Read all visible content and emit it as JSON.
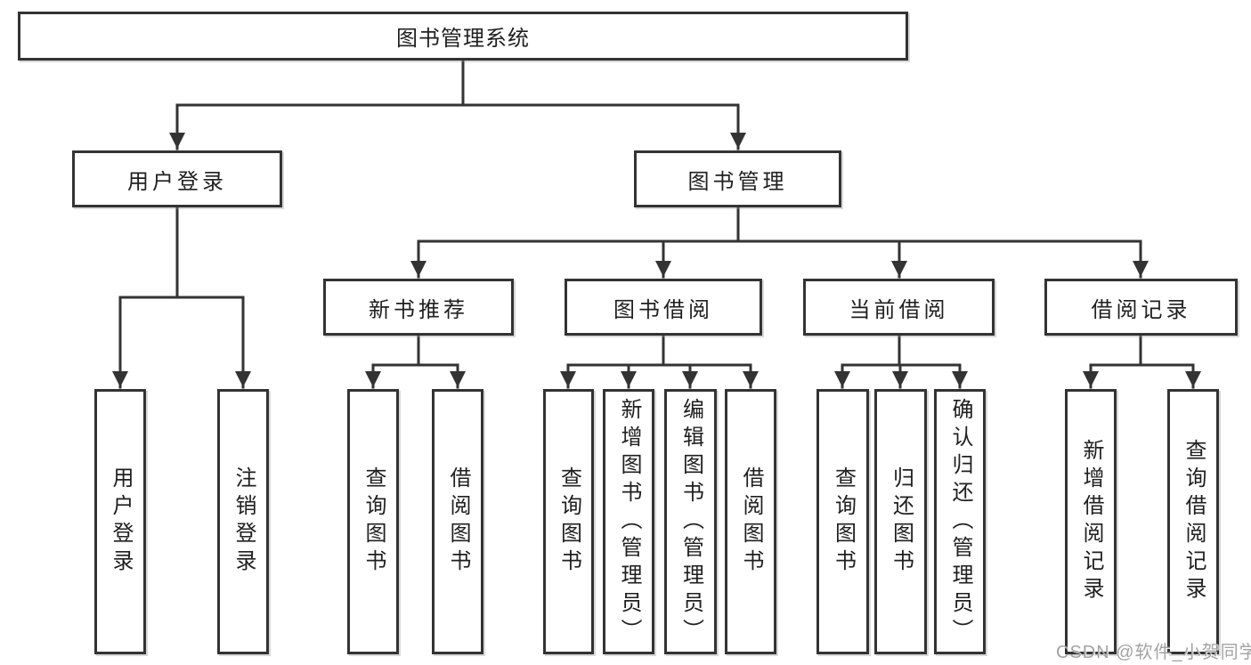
{
  "diagram_title": "图书管理系统",
  "watermark": "CSDN @软件_小贺同学",
  "colors": {
    "line": "#333333",
    "box_border": "#333333",
    "text": "#1f1f1f",
    "background": "#ffffff",
    "watermark": "#a3a3a3"
  },
  "tree": {
    "label": "图书管理系统",
    "children": [
      {
        "label": "用户登录",
        "children": [
          {
            "label": "用户登录"
          },
          {
            "label": "注销登录"
          }
        ]
      },
      {
        "label": "图书管理",
        "children": [
          {
            "label": "新书推荐",
            "children": [
              {
                "label": "查询图书"
              },
              {
                "label": "借阅图书"
              }
            ]
          },
          {
            "label": "图书借阅",
            "children": [
              {
                "label": "查询图书"
              },
              {
                "label": "新增图书（管理员）"
              },
              {
                "label": "编辑图书（管理员）"
              },
              {
                "label": "借阅图书"
              }
            ]
          },
          {
            "label": "当前借阅",
            "children": [
              {
                "label": "查询图书"
              },
              {
                "label": "归还图书"
              },
              {
                "label": "确认归还（管理员）"
              }
            ]
          },
          {
            "label": "借阅记录",
            "children": [
              {
                "label": "新增借阅记录"
              },
              {
                "label": "查询借阅记录"
              }
            ]
          }
        ]
      }
    ]
  }
}
